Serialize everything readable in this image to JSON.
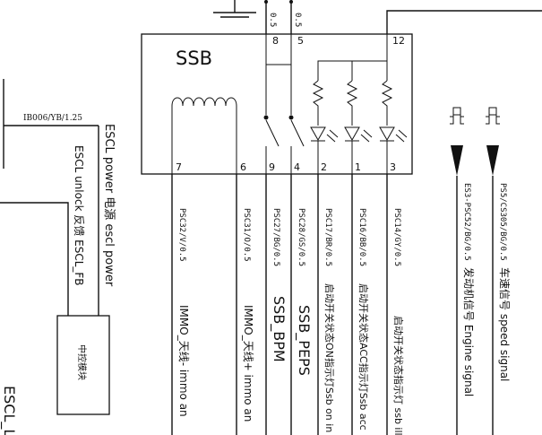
{
  "module": {
    "name": "SSB"
  },
  "top_pins": [
    {
      "number": "8",
      "wire": "0.5"
    },
    {
      "number": "5",
      "wire": "0.5"
    },
    {
      "number": "12",
      "wire": ""
    }
  ],
  "bottom_pins": [
    "7",
    "6",
    "9",
    "4",
    "2",
    "1",
    "3"
  ],
  "wires": [
    {
      "code": "PSC32/V/0.5",
      "label": "IMMO_天线- immo an"
    },
    {
      "code": "PSC31/O/0.5",
      "label": "IMMO_天线+ immo an"
    },
    {
      "code": "PSC27/BG/0.5",
      "label": "SSB_BPM"
    },
    {
      "code": "PSC28/GS/0.5",
      "label": "SSB_PEPS"
    },
    {
      "code": "PSC17/BR/0.5",
      "label": "启动开关状态ON指示灯Ssb on in"
    },
    {
      "code": "PSC16/BB/0.5",
      "label": "启动开关状态ACC指示灯Ssb acc"
    },
    {
      "code": "PSC14/GY/0.5",
      "label": "启动开关状态指示灯 ssb ill"
    }
  ],
  "signals": [
    {
      "code": "ES3-PSC52/BG/0.5",
      "label": "发动机信号  Engine signal"
    },
    {
      "code": "PS5/CS305/BG/0.5",
      "label": "车速信号  speed signal"
    }
  ],
  "left": {
    "connector_code": "IB006/YB/1.25",
    "power_label": "ESCL power 电源 escl power",
    "unlock_label": "ESCL unlock 反馈 ESCL_FB",
    "module_label": "中控模块",
    "cut_label": "ESCL_Lk"
  }
}
